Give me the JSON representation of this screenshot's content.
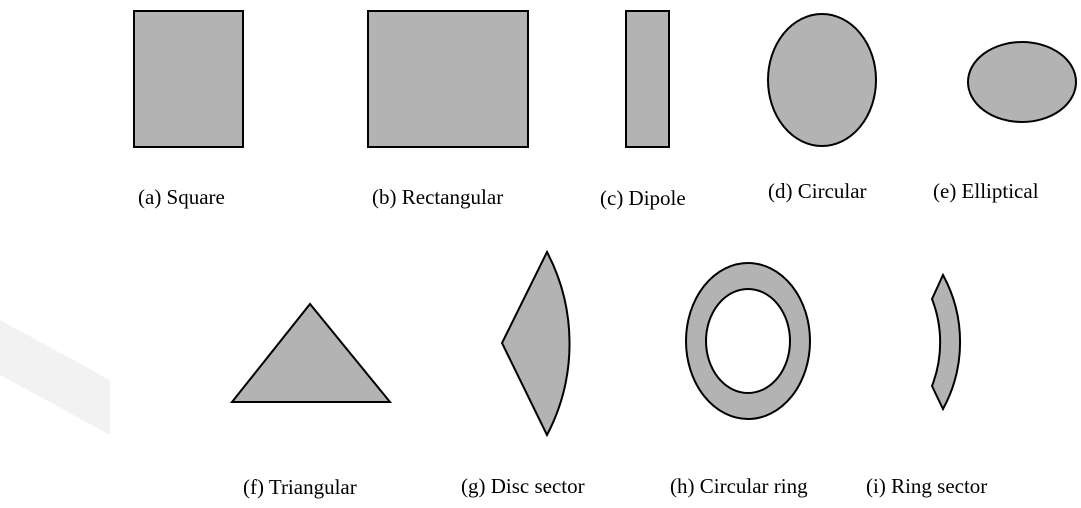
{
  "colors": {
    "shape_fill": "#b3b3b3",
    "shape_stroke": "#000000",
    "background": "#ffffff",
    "watermark": "#f0f0f0"
  },
  "shapes": [
    {
      "id": "a",
      "label": "(a) Square"
    },
    {
      "id": "b",
      "label": "(b) Rectangular"
    },
    {
      "id": "c",
      "label": "(c) Dipole"
    },
    {
      "id": "d",
      "label": "(d) Circular"
    },
    {
      "id": "e",
      "label": "(e) Elliptical"
    },
    {
      "id": "f",
      "label": "(f) Triangular"
    },
    {
      "id": "g",
      "label": "(g) Disc sector"
    },
    {
      "id": "h",
      "label": "(h) Circular ring"
    },
    {
      "id": "i",
      "label": "(i) Ring sector"
    }
  ]
}
